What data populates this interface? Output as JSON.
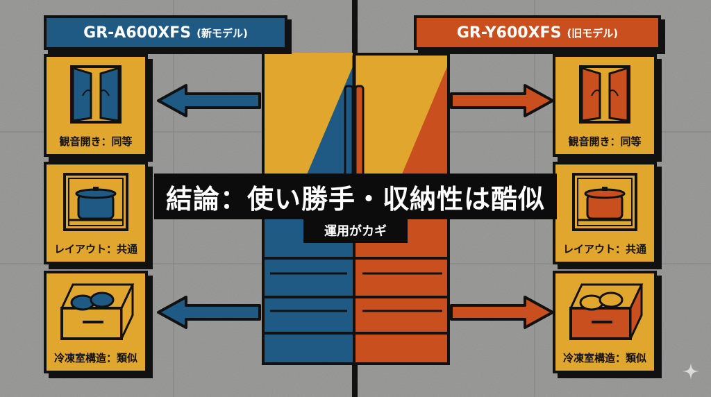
{
  "left_model": {
    "name": "GR-A600XFS",
    "tag": "(新モデル)",
    "color": "#1f5a85",
    "features": [
      {
        "label": "観音開き：同等",
        "icon": "french-door-icon"
      },
      {
        "label": "レイアウト：共通",
        "icon": "pot-in-shelf-icon"
      },
      {
        "label": "冷凍室構造：類似",
        "icon": "freezer-drawer-icon"
      }
    ]
  },
  "right_model": {
    "name": "GR-Y600XFS",
    "tag": "(旧モデル)",
    "color": "#c9501e",
    "features": [
      {
        "label": "観音開き：同等",
        "icon": "french-door-icon"
      },
      {
        "label": "レイアウト：共通",
        "icon": "pot-in-shelf-icon"
      },
      {
        "label": "冷凍室構造：類似",
        "icon": "freezer-drawer-icon"
      }
    ]
  },
  "conclusion": {
    "headline": "結論：使い勝手・収納性は酷似",
    "subline": "運用がカギ"
  },
  "colors": {
    "card_yellow": "#e1a62d",
    "outline": "#111111",
    "background": "#8d8d8b"
  }
}
